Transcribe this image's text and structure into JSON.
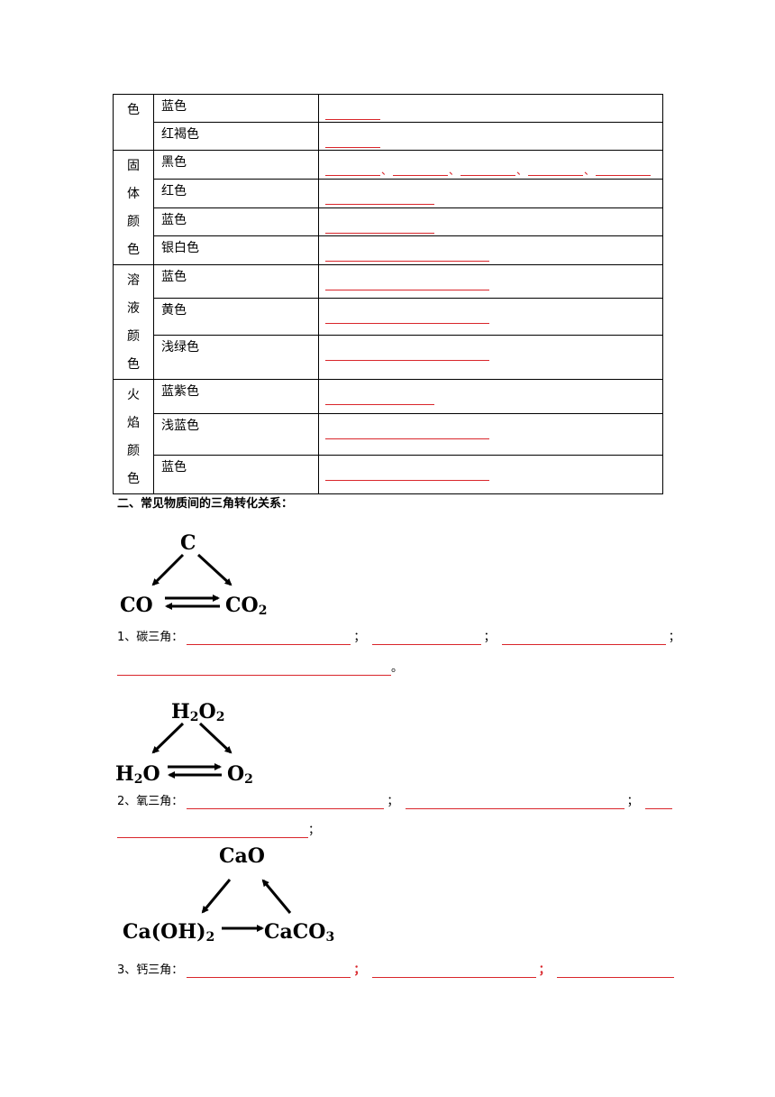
{
  "table": {
    "groups": [
      {
        "category": "色",
        "rows": [
          {
            "color": "蓝色",
            "blanks": 1,
            "width": "short"
          },
          {
            "color": "红褐色",
            "blanks": 1,
            "width": "short"
          }
        ]
      },
      {
        "category": "固体颜色",
        "rows": [
          {
            "color": "黑色",
            "blanks": 5,
            "width": "short"
          },
          {
            "color": "红色",
            "blanks": 1,
            "width": "medium"
          },
          {
            "color": "蓝色",
            "blanks": 1,
            "width": "medium"
          },
          {
            "color": "银白色",
            "blanks": 1,
            "width": "long"
          }
        ]
      },
      {
        "category": "溶液颜色",
        "rows": [
          {
            "color": "蓝色",
            "blanks": 1,
            "width": "long"
          },
          {
            "color": "黄色",
            "blanks": 1,
            "width": "long"
          },
          {
            "color": "浅绿色",
            "blanks": 1,
            "width": "long"
          }
        ]
      },
      {
        "category": "火焰颜色",
        "rows": [
          {
            "color": "蓝紫色",
            "blanks": 1,
            "width": "medium"
          },
          {
            "color": "浅蓝色",
            "blanks": 1,
            "width": "long"
          },
          {
            "color": "蓝色",
            "blanks": 1,
            "width": "long"
          }
        ]
      }
    ],
    "blank_separator": "、"
  },
  "section2": {
    "heading": "二、常见物质间的三角转化关系："
  },
  "diagrams": {
    "carbon": {
      "top": "C",
      "left": "CO",
      "right_base": "CO",
      "right_sub": "2"
    },
    "oxygen": {
      "top_a": "H",
      "top_a_sub": "2",
      "top_b": "O",
      "top_b_sub": "2",
      "left_a": "H",
      "left_a_sub": "2",
      "left_b": "O",
      "right": "O",
      "right_sub": "2"
    },
    "calcium": {
      "top": "CaO",
      "left": "Ca(OH)",
      "left_sub": "2",
      "right": "CaCO",
      "right_sub": "3"
    }
  },
  "answers": {
    "carbon_label": "1、碳三角：",
    "carbon_sep": "；",
    "carbon_end": "。",
    "oxygen_label": "2、氧三角：",
    "oxygen_sep": "；",
    "oxygen_end": "；",
    "calcium_label": "3、钙三角：",
    "calcium_sep": "；"
  },
  "colors": {
    "blank_line": "#d9262b",
    "text": "#000000"
  }
}
